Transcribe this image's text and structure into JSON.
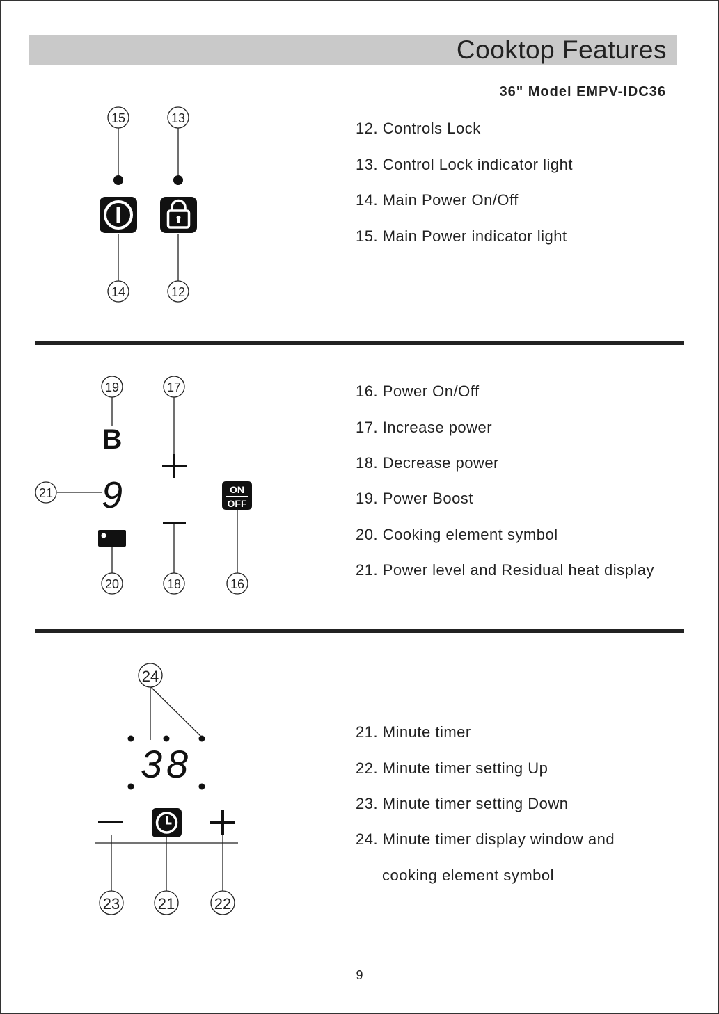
{
  "page": {
    "title": "Cooktop Features",
    "model": "36\"  Model  EMPV-IDC36",
    "page_number": "9"
  },
  "section1": {
    "items": [
      "12. Controls Lock",
      "13. Control Lock indicator light",
      "14. Main Power On/Off",
      "15. Main Power indicator light"
    ],
    "callouts": [
      "15",
      "13",
      "14",
      "12"
    ],
    "icons": [
      "power-icon",
      "lock-icon"
    ]
  },
  "section2": {
    "items": [
      "16. Power  On/Off",
      "17. Increase power",
      "18. Decrease power",
      "19. Power Boost",
      "20. Cooking element symbol",
      "21. Power level and Residual heat display"
    ],
    "callouts": [
      "19",
      "17",
      "21",
      "20",
      "18",
      "16"
    ],
    "boost_glyph": "B",
    "power_level_glyph": "9",
    "on_label": "ON",
    "off_label": "OFF",
    "plus_glyph": "+",
    "minus_glyph": "−"
  },
  "section3": {
    "items": [
      "21. Minute timer",
      "22. Minute timer setting Up",
      "23. Minute timer setting Down",
      "24. Minute timer display window and",
      "cooking element symbol"
    ],
    "callouts": [
      "24",
      "23",
      "21",
      "22"
    ],
    "timer_display": "38",
    "icons": [
      "clock-icon"
    ]
  }
}
